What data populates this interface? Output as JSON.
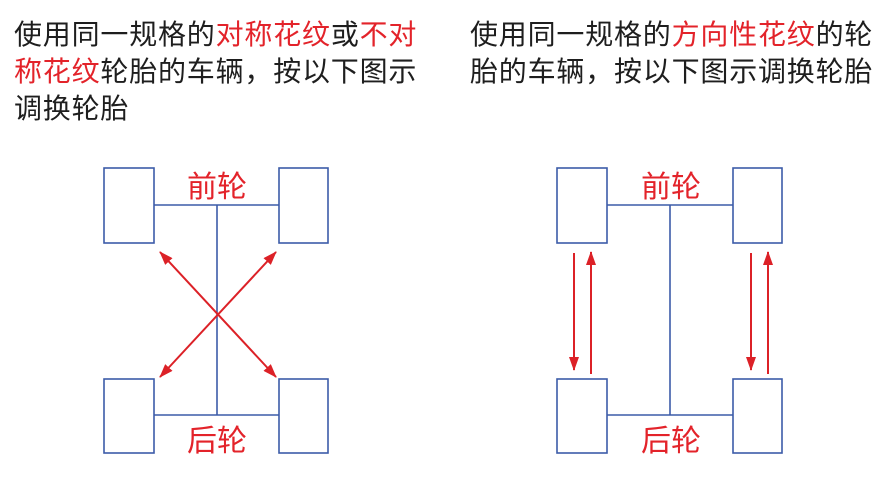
{
  "colors": {
    "background": "#ffffff",
    "text": "#1e1e1e",
    "emphasis": "#e3232a",
    "diagram_lines": "#3c5ba8",
    "arrows": "#dc2127"
  },
  "symmetric_section": {
    "caption_lines": [
      [
        "使用同一规格的",
        "对称花纹",
        "或",
        "不对"
      ],
      [
        "称花纹",
        "轮胎的车辆，按以下图示"
      ],
      [
        "调换轮胎"
      ]
    ],
    "front_label": "前轮",
    "rear_label": "后轮"
  },
  "directional_section": {
    "caption_lines": [
      [
        "使用同一规格的",
        "方向性花纹",
        "的轮"
      ],
      [
        "胎的车辆，按以下图示调换轮胎"
      ]
    ],
    "front_label": "前轮",
    "rear_label": "后轮"
  }
}
